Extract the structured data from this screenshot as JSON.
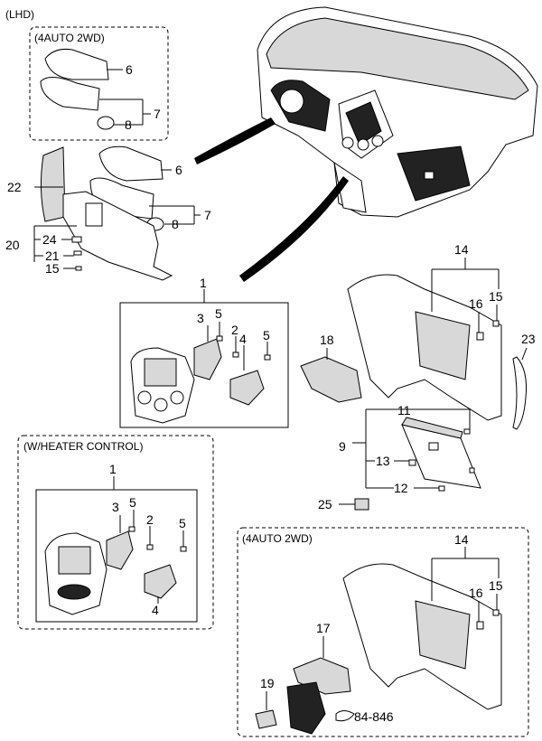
{
  "captions": {
    "lhd": "(LHD)",
    "auto4wd_top": "(4AUTO 2WD)",
    "heater_control": "(W/HEATER CONTROL)",
    "auto4wd_bottom": "(4AUTO 2WD)"
  },
  "callouts": {
    "c6a": "6",
    "c7a": "7",
    "c8a": "8",
    "c22": "22",
    "c6b": "6",
    "c7b": "7",
    "c8b": "8",
    "c20": "20",
    "c24": "24",
    "c21": "21",
    "c15a": "15",
    "c1a": "1",
    "c3a": "3",
    "c5a": "5",
    "c2a": "2",
    "c4a": "4",
    "c5b": "5",
    "c14a": "14",
    "c16a": "16",
    "c15b": "15",
    "c18": "18",
    "c23": "23",
    "c11": "11",
    "c9": "9",
    "c13": "13",
    "c12": "12",
    "c25": "25",
    "c1b": "1",
    "c3b": "3",
    "c5c": "5",
    "c2b": "2",
    "c5d": "5",
    "c4b": "4",
    "c14b": "14",
    "c16b": "16",
    "c15c": "15",
    "c17": "17",
    "c19": "19",
    "c84": "84-846"
  }
}
